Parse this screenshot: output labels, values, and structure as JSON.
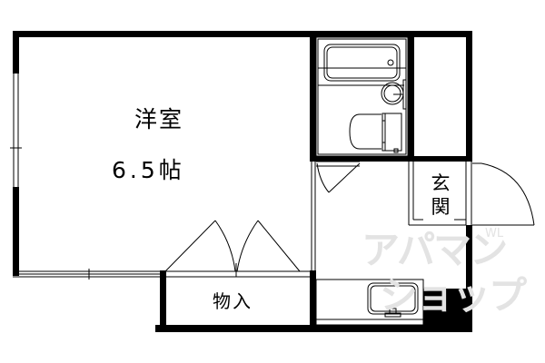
{
  "floorplan": {
    "rooms": {
      "western_room": {
        "name": "洋室",
        "size": "6.5帖"
      },
      "closet": {
        "name": "物入"
      },
      "entrance": {
        "name": "玄関"
      }
    },
    "watermark": {
      "line1": "アパマン",
      "line2": "ショップ",
      "small": "WL"
    },
    "colors": {
      "wall": "#000000",
      "background": "#ffffff",
      "watermark": "#e3e3e3"
    }
  }
}
